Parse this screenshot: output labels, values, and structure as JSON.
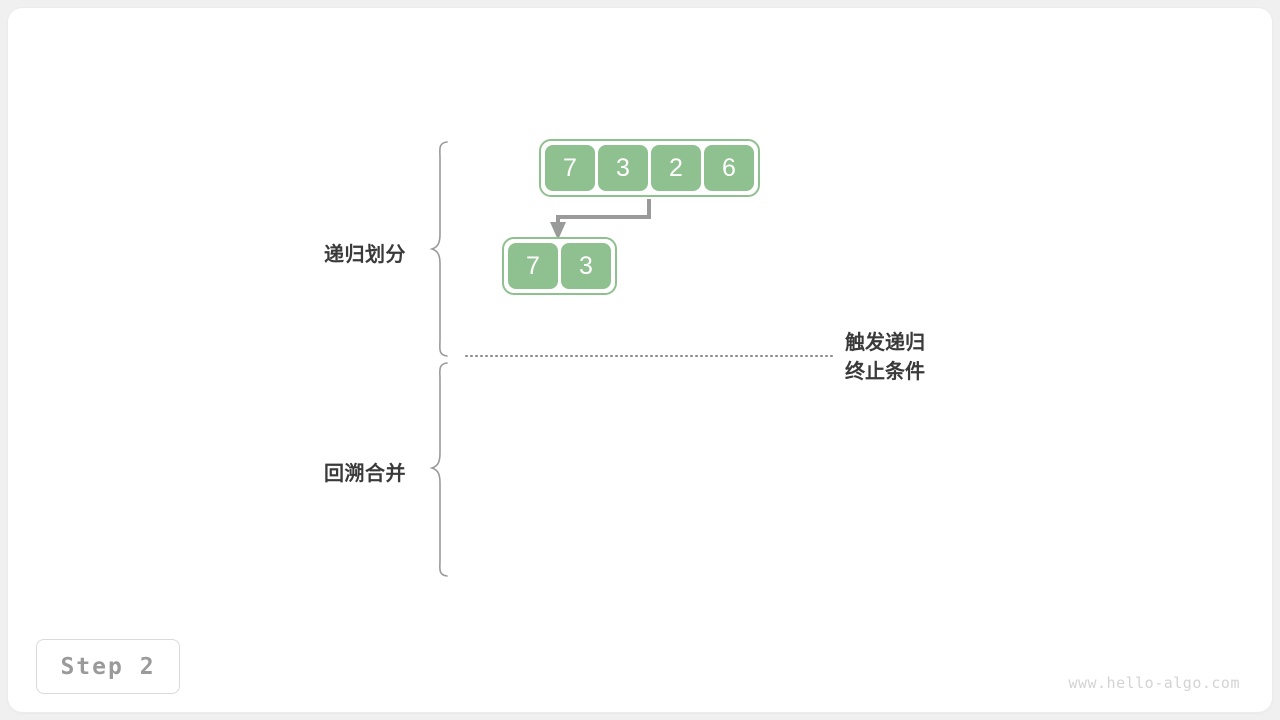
{
  "canvas": {
    "background": "#f0f0f0",
    "card_background": "#ffffff",
    "accent_color": "#8fc08f",
    "text_color": "#3a3a3a",
    "muted_color": "#9a9a9a",
    "line_color": "#999999"
  },
  "phases": [
    {
      "id": "divide",
      "label": "递归划分"
    },
    {
      "id": "merge",
      "label": "回溯合并"
    }
  ],
  "arrays": [
    {
      "id": "root-array",
      "values": [
        "7",
        "3",
        "2",
        "6"
      ]
    },
    {
      "id": "left-sub-array",
      "values": [
        "7",
        "3"
      ]
    }
  ],
  "annotations": {
    "terminate_line1": "触发递归",
    "terminate_line2": "终止条件"
  },
  "step_badge": {
    "label": "Step 2"
  },
  "watermark": {
    "text": "www.hello-algo.com"
  }
}
